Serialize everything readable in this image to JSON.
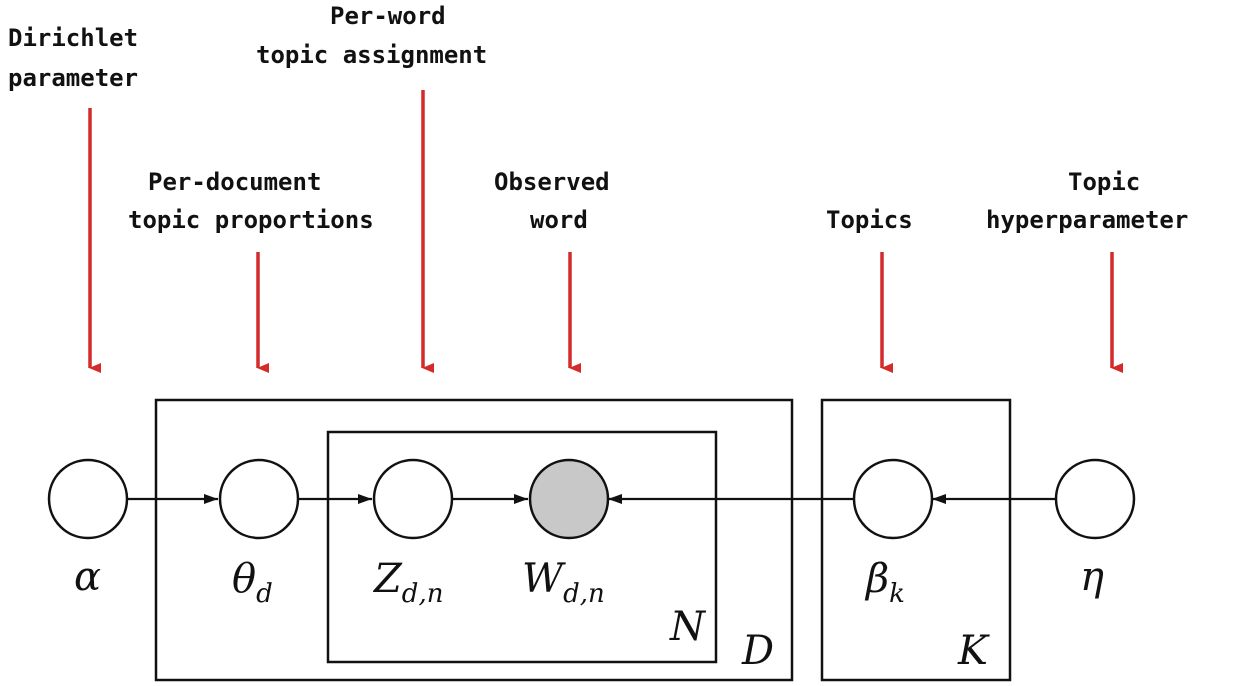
{
  "annotations": [
    {
      "id": "dirichlet",
      "lines": [
        "Dirichlet",
        "parameter"
      ]
    },
    {
      "id": "per-doc",
      "lines": [
        "Per-document",
        "topic proportions"
      ]
    },
    {
      "id": "per-word",
      "lines": [
        "Per-word",
        "topic assignment"
      ]
    },
    {
      "id": "observed",
      "lines": [
        "Observed",
        "word"
      ]
    },
    {
      "id": "topics",
      "lines": [
        "Topics"
      ]
    },
    {
      "id": "topic-hyper",
      "lines": [
        "Topic",
        "hyperparameter"
      ]
    }
  ],
  "nodes": {
    "alpha": {
      "symbol": "α",
      "subscript": ""
    },
    "theta": {
      "symbol": "θ",
      "subscript": "d"
    },
    "z": {
      "symbol": "Z",
      "subscript": "d,n"
    },
    "w": {
      "symbol": "W",
      "subscript": "d,n"
    },
    "beta": {
      "symbol": "β",
      "subscript": "k"
    },
    "eta": {
      "symbol": "η",
      "subscript": ""
    }
  },
  "plates": {
    "N": "N",
    "D": "D",
    "K": "K"
  },
  "colors": {
    "arrow_annotation": "#d42a2a",
    "observed_fill": "#c8c8c8",
    "stroke": "#111111"
  }
}
